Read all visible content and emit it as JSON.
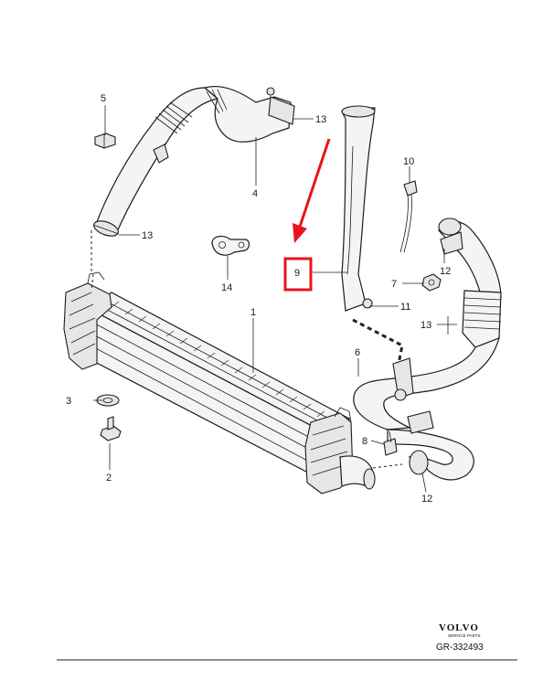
{
  "callouts": [
    {
      "id": "1",
      "text": "1"
    },
    {
      "id": "2",
      "text": "2"
    },
    {
      "id": "3",
      "text": "3"
    },
    {
      "id": "4",
      "text": "4"
    },
    {
      "id": "5",
      "text": "5"
    },
    {
      "id": "6",
      "text": "6"
    },
    {
      "id": "7",
      "text": "7"
    },
    {
      "id": "8",
      "text": "8"
    },
    {
      "id": "9",
      "text": "9"
    },
    {
      "id": "10",
      "text": "10"
    },
    {
      "id": "11",
      "text": "11"
    },
    {
      "id": "12a",
      "text": "12"
    },
    {
      "id": "12b",
      "text": "12"
    },
    {
      "id": "13a",
      "text": "13"
    },
    {
      "id": "13b",
      "text": "13"
    },
    {
      "id": "13c",
      "text": "13"
    },
    {
      "id": "14",
      "text": "14"
    }
  ],
  "highlight": {
    "callout": "9",
    "box_color": "#e8141c",
    "arrow_color": "#e8141c"
  },
  "brand": {
    "name": "VOLVO",
    "sub": "SERVICE PARTS"
  },
  "doc_number": "GR-332493"
}
